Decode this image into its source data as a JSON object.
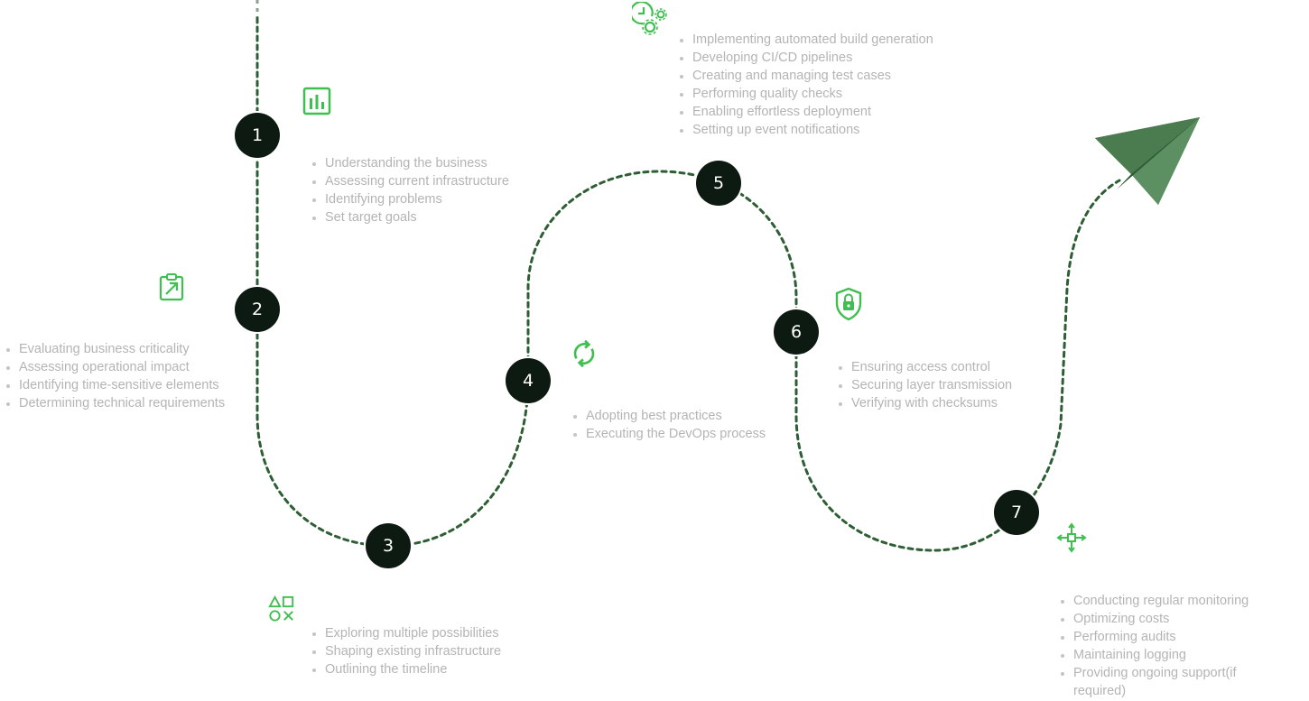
{
  "colors": {
    "path": "#2e5e34",
    "step_circle": "#0d1a12",
    "icon_accent": "#3fbf4f",
    "bullet_text": "#b4b4b4",
    "plane_dark": "#3e6e44",
    "plane_light": "#5c8f61"
  },
  "steps": [
    {
      "number": "1",
      "icon": "bar-chart-icon",
      "bullets": [
        "Understanding the business",
        "Assessing current infrastructure",
        "Identifying problems",
        "Set target goals"
      ]
    },
    {
      "number": "2",
      "icon": "clipboard-arrow-icon",
      "bullets": [
        "Evaluating business criticality",
        "Assessing operational impact",
        "Identifying time-sensitive elements",
        "Determining technical requirements"
      ]
    },
    {
      "number": "3",
      "icon": "shapes-icon",
      "bullets": [
        "Exploring multiple possibilities",
        "Shaping existing infrastructure",
        "Outlining the timeline"
      ]
    },
    {
      "number": "4",
      "icon": "refresh-icon",
      "bullets": [
        "Adopting best practices",
        "Executing the DevOps process"
      ]
    },
    {
      "number": "5",
      "icon": "clock-gear-icon",
      "bullets": [
        "Implementing automated build generation",
        "Developing CI/CD pipelines",
        "Creating and managing test cases",
        "Performing quality checks",
        "Enabling effortless deployment",
        "Setting up event notifications"
      ]
    },
    {
      "number": "6",
      "icon": "shield-lock-icon",
      "bullets": [
        "Ensuring access control",
        "Securing layer transmission",
        "Verifying with checksums"
      ]
    },
    {
      "number": "7",
      "icon": "move-arrows-icon",
      "bullets": [
        "Conducting regular monitoring",
        "Optimizing costs",
        "Performing audits",
        "Maintaining logging",
        "Providing ongoing support(if required)"
      ]
    }
  ],
  "end_graphic": "paper-plane-icon"
}
